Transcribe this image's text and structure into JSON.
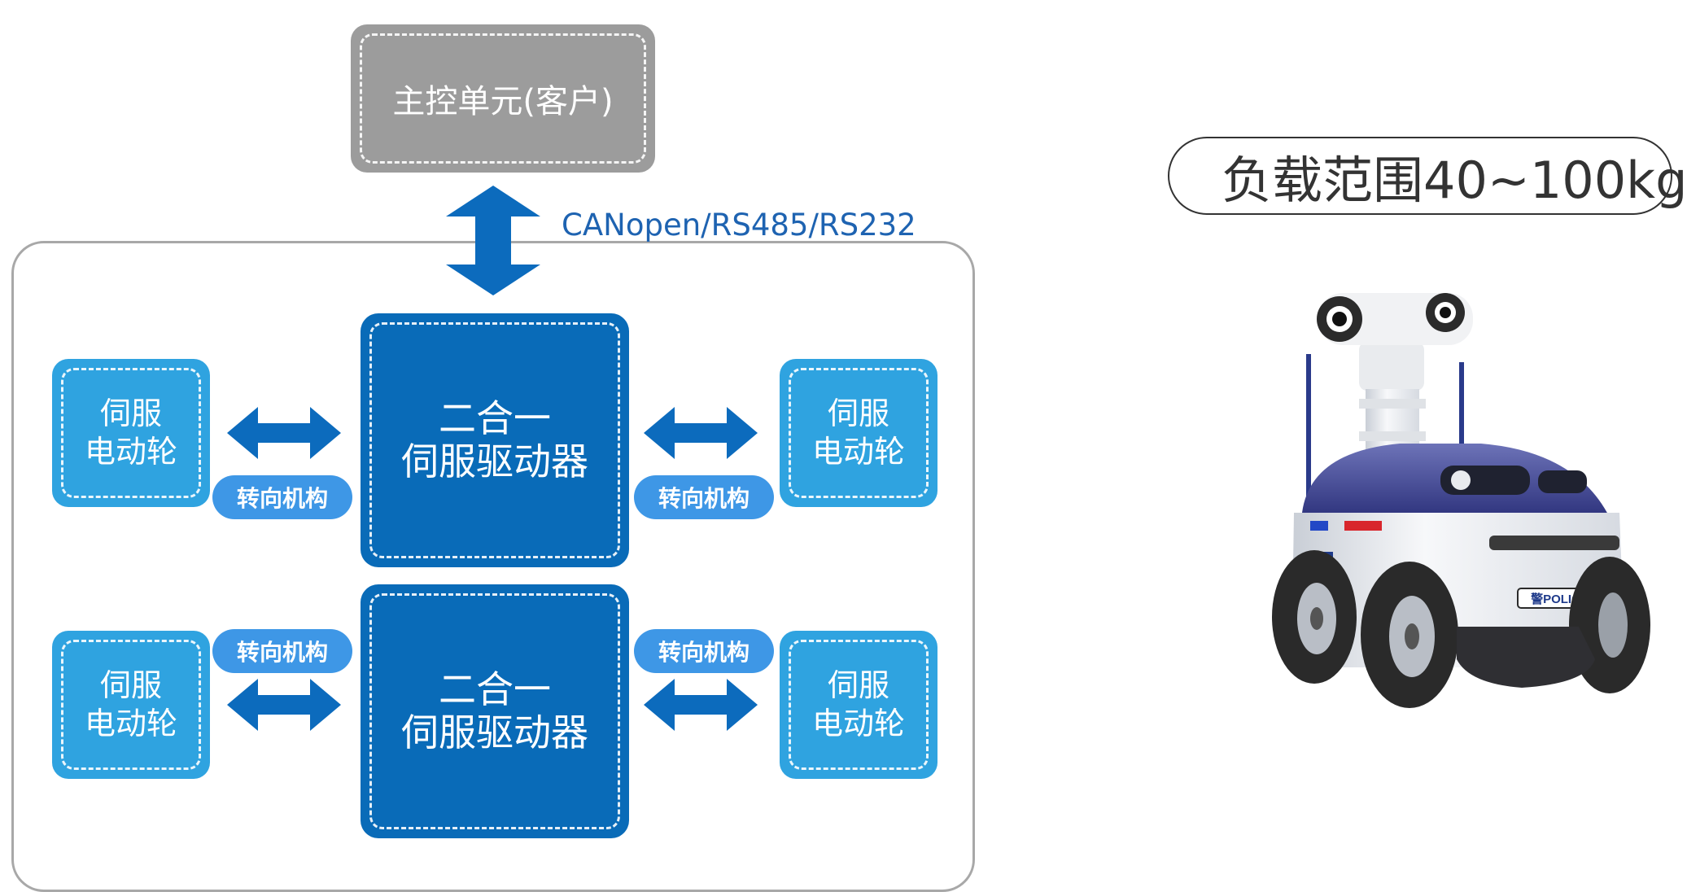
{
  "controller": {
    "label": "主控单元(客户)"
  },
  "bus": {
    "protocol": "CANopen/RS485/RS232"
  },
  "drivers": [
    {
      "line1": "二合一",
      "line2": "伺服驱动器"
    },
    {
      "line1": "二合一",
      "line2": "伺服驱动器"
    }
  ],
  "motors": [
    {
      "line1": "伺服",
      "line2": "电动轮"
    },
    {
      "line1": "伺服",
      "line2": "电动轮"
    },
    {
      "line1": "伺服",
      "line2": "电动轮"
    },
    {
      "line1": "伺服",
      "line2": "电动轮"
    }
  ],
  "steering_labels": [
    "转向机构",
    "转向机构",
    "转向机构",
    "转向机构"
  ],
  "payload": {
    "label": "负载范围40~100kg"
  },
  "robot": {
    "badge_text": "警POLICE察",
    "colors": {
      "body": "#f2f4f7",
      "dome": "#3a3f8f",
      "tire": "#2a2a2a",
      "rim": "#b9bec6",
      "red_light": "#d8262c",
      "blue_light": "#2348c6"
    }
  },
  "colors": {
    "controller": "#9c9c9c",
    "driver": "#096bb8",
    "motor": "#2fa3e0",
    "steering": "#3e97e6",
    "arrow": "#0c6bbd",
    "protocol_text": "#1e63b1"
  }
}
